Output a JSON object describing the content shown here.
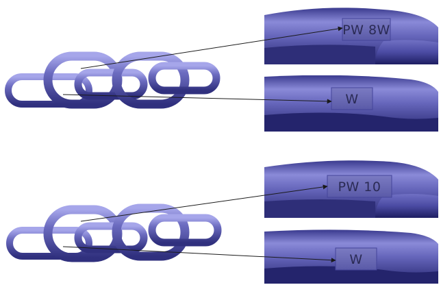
{
  "figure": {
    "sections": [
      {
        "id": "top",
        "callouts": [
          {
            "stamp": "PW 8W"
          },
          {
            "stamp": "W"
          }
        ]
      },
      {
        "id": "bottom",
        "callouts": [
          {
            "stamp": "PW 10"
          },
          {
            "stamp": "W"
          }
        ]
      }
    ]
  },
  "colors": {
    "chain": "#5f5fb0",
    "chain_dark": "#2e2e7a",
    "chain_light": "#9a9ae0",
    "panel_bg": "#ffffff",
    "stamp_plate": "#6b6bb4",
    "arrow": "#1a1a1a"
  }
}
